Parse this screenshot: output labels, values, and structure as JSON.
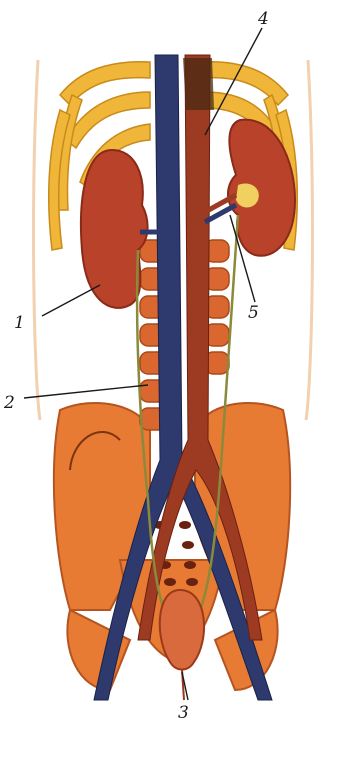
{
  "diagram": {
    "callouts": [
      {
        "id": "kidney",
        "number": "1"
      },
      {
        "id": "ureter",
        "number": "2"
      },
      {
        "id": "bladder",
        "number": "3"
      },
      {
        "id": "aorta",
        "number": "4"
      },
      {
        "id": "renal-vessels",
        "number": "5"
      }
    ],
    "colors": {
      "skin_outline": "#f2d0b0",
      "rib": "#f0b63a",
      "rib_edge": "#c98a1a",
      "kidney": "#b8422a",
      "kidney_dark": "#8a2a18",
      "vena_cava": "#2e3a6e",
      "aorta": "#9c3a22",
      "spine": "#d9672f",
      "pelvis": "#e77b34",
      "pelvis_edge": "#b65420",
      "ureter": "#8a8a3a",
      "bladder": "#d86a3e",
      "label": "#1a1a1a"
    }
  }
}
